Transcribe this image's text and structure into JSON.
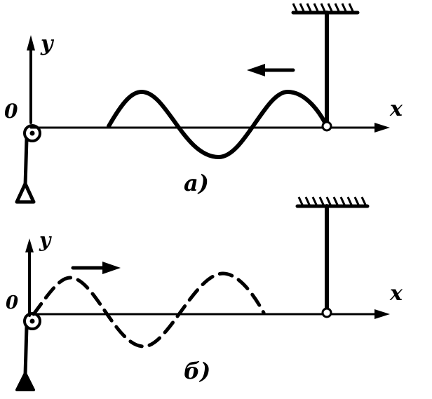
{
  "panels": [
    {
      "id": "a",
      "caption": "a)",
      "axis_x_label": "x",
      "axis_y_label": "y",
      "origin_label": "0",
      "wave_style": "solid",
      "direction": "left"
    },
    {
      "id": "b",
      "caption": "б)",
      "axis_x_label": "x",
      "axis_y_label": "y",
      "origin_label": "0",
      "wave_style": "dashed",
      "direction": "right"
    }
  ],
  "colors": {
    "ink": "#000000",
    "background": "#ffffff"
  }
}
